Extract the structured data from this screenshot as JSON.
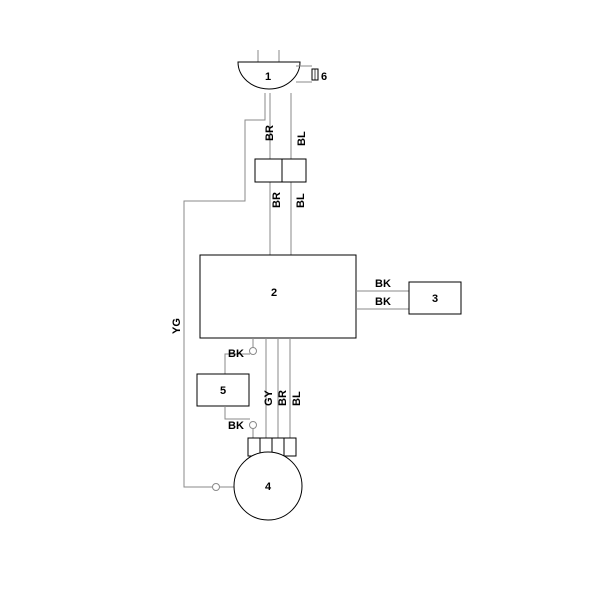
{
  "components": {
    "plug": "1",
    "control_board": "2",
    "component_3": "3",
    "motor": "4",
    "component_5": "5",
    "fuse": "6"
  },
  "wire_labels": {
    "brown": "BR",
    "blue": "BL",
    "black": "BK",
    "gray": "GY",
    "yellow_green": "YG"
  }
}
